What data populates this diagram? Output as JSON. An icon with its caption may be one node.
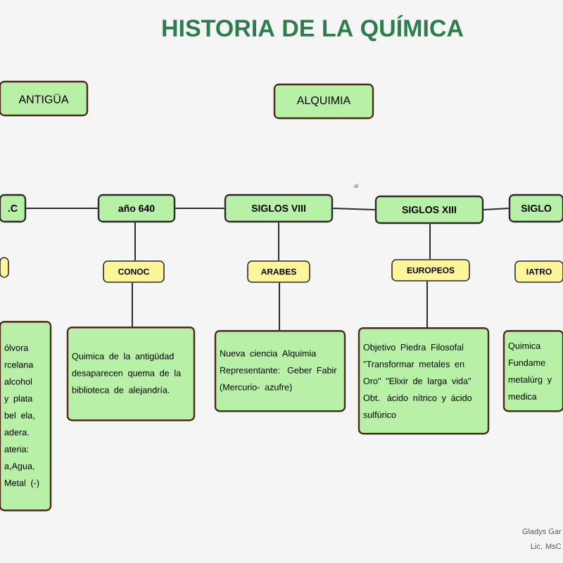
{
  "diagram": {
    "title": "HISTORIA DE LA QUÍMICA",
    "nodes": [
      {
        "text": [
          "ANTIGÜA"
        ]
      },
      {
        "text": [
          "ALQUIMIA"
        ]
      },
      {
        "text": [
          ".C"
        ]
      },
      {
        "text": [
          "año 640"
        ]
      },
      {
        "text": [
          "SIGLOS VIII"
        ]
      },
      {
        "text": [
          "SIGLOS XIII"
        ]
      },
      {
        "text": [
          "SIGLO"
        ]
      },
      {
        "text": [],
        "shape": "box"
      },
      {
        "text": [
          "CONOC"
        ]
      },
      {
        "text": [
          "ARABES"
        ]
      },
      {
        "text": [
          "EUROPEOS"
        ]
      },
      {
        "text": [
          "IATRO"
        ]
      },
      {
        "text": [
          "ólvora rcelana alcohol y plata bel ela, adera. ateria: a,Agua, Metal (-)"
        ]
      },
      {
        "text": [
          "Quimica de la antigüdad desaparecen quema de la biblioteca de alejandría."
        ]
      },
      {
        "text": [
          "Nueva ciencia Alquimia Representante: Geber Fabir (Mercurio- azufre)"
        ]
      },
      {
        "text": [
          "Objetivo Piedra Filosofal \"Transformar metales en Oro\" \"Elixir de larga vida\" Obt. ácido nítrico y ácido sulfúrico"
        ]
      },
      {
        "text": [
          "Quimica Fundame metalúrg y medica"
        ]
      }
    ],
    "edges": [
      {
        "from": 2,
        "to": 3,
        "arrow": "none"
      },
      {
        "from": 3,
        "to": 4,
        "arrow": "none"
      },
      {
        "from": 4,
        "to": 5,
        "arrow": "none"
      },
      {
        "from": 5,
        "to": 6,
        "arrow": "none"
      },
      {
        "from": 3,
        "to": 8,
        "arrow": "none"
      },
      {
        "from": 8,
        "to": 13,
        "arrow": "none"
      },
      {
        "from": 4,
        "to": 9,
        "arrow": "none"
      },
      {
        "from": 9,
        "to": 14,
        "arrow": "none"
      },
      {
        "from": 5,
        "to": 10,
        "arrow": "none"
      },
      {
        "from": 10,
        "to": 15,
        "arrow": "none"
      }
    ],
    "labels": [
      "al",
      "Gladys Gar",
      "Lic. MsC"
    ]
  }
}
